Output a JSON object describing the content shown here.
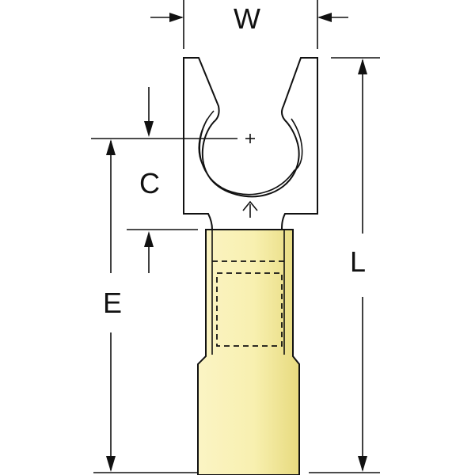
{
  "dimensions": {
    "width_label": "W",
    "length_label": "L",
    "center_label": "C",
    "edge_label": "E"
  },
  "colors": {
    "insulation": "#f8f0b0",
    "insulation_shadow": "#eadf86",
    "outline": "#111111",
    "background": "#ffffff"
  }
}
